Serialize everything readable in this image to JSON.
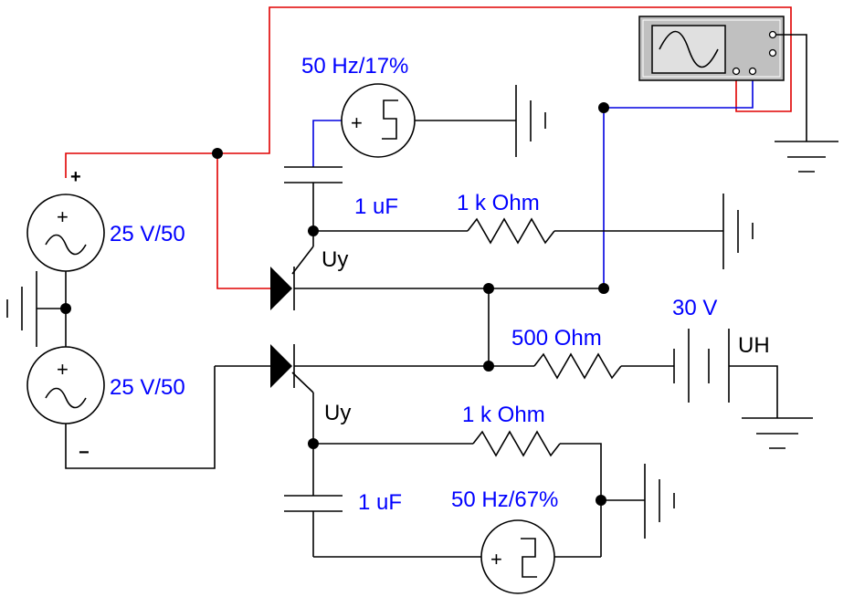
{
  "colors": {
    "wire": "#000000",
    "wire_red": "#e00000",
    "wire_blue": "#0000e0",
    "label_blue": "#0000ff",
    "scope_body": "#c0c0c0",
    "scope_screen": "#e0e0e0"
  },
  "labels": {
    "pulse_top": "50 Hz/17%",
    "pulse_bottom": "50 Hz/67%",
    "ac_top": "25 V/50",
    "ac_bottom": "25 V/50",
    "cap_top": "1 uF",
    "cap_bottom": "1 uF",
    "res_top": "1 k Ohm",
    "res_bottom": "1 k Ohm",
    "res_load": "500 Ohm",
    "battery": "30 V",
    "gate_top": "Uy",
    "gate_bottom": "Uy",
    "output": "UH",
    "plus_sign": "+",
    "minus_sign": "−"
  },
  "icons": {
    "oscilloscope": "oscilloscope-icon",
    "ac_source": "ac-source-icon",
    "pulse_source": "pulse-source-icon",
    "ground": "ground-icon",
    "thyristor": "thyristor-icon",
    "battery": "battery-icon"
  }
}
